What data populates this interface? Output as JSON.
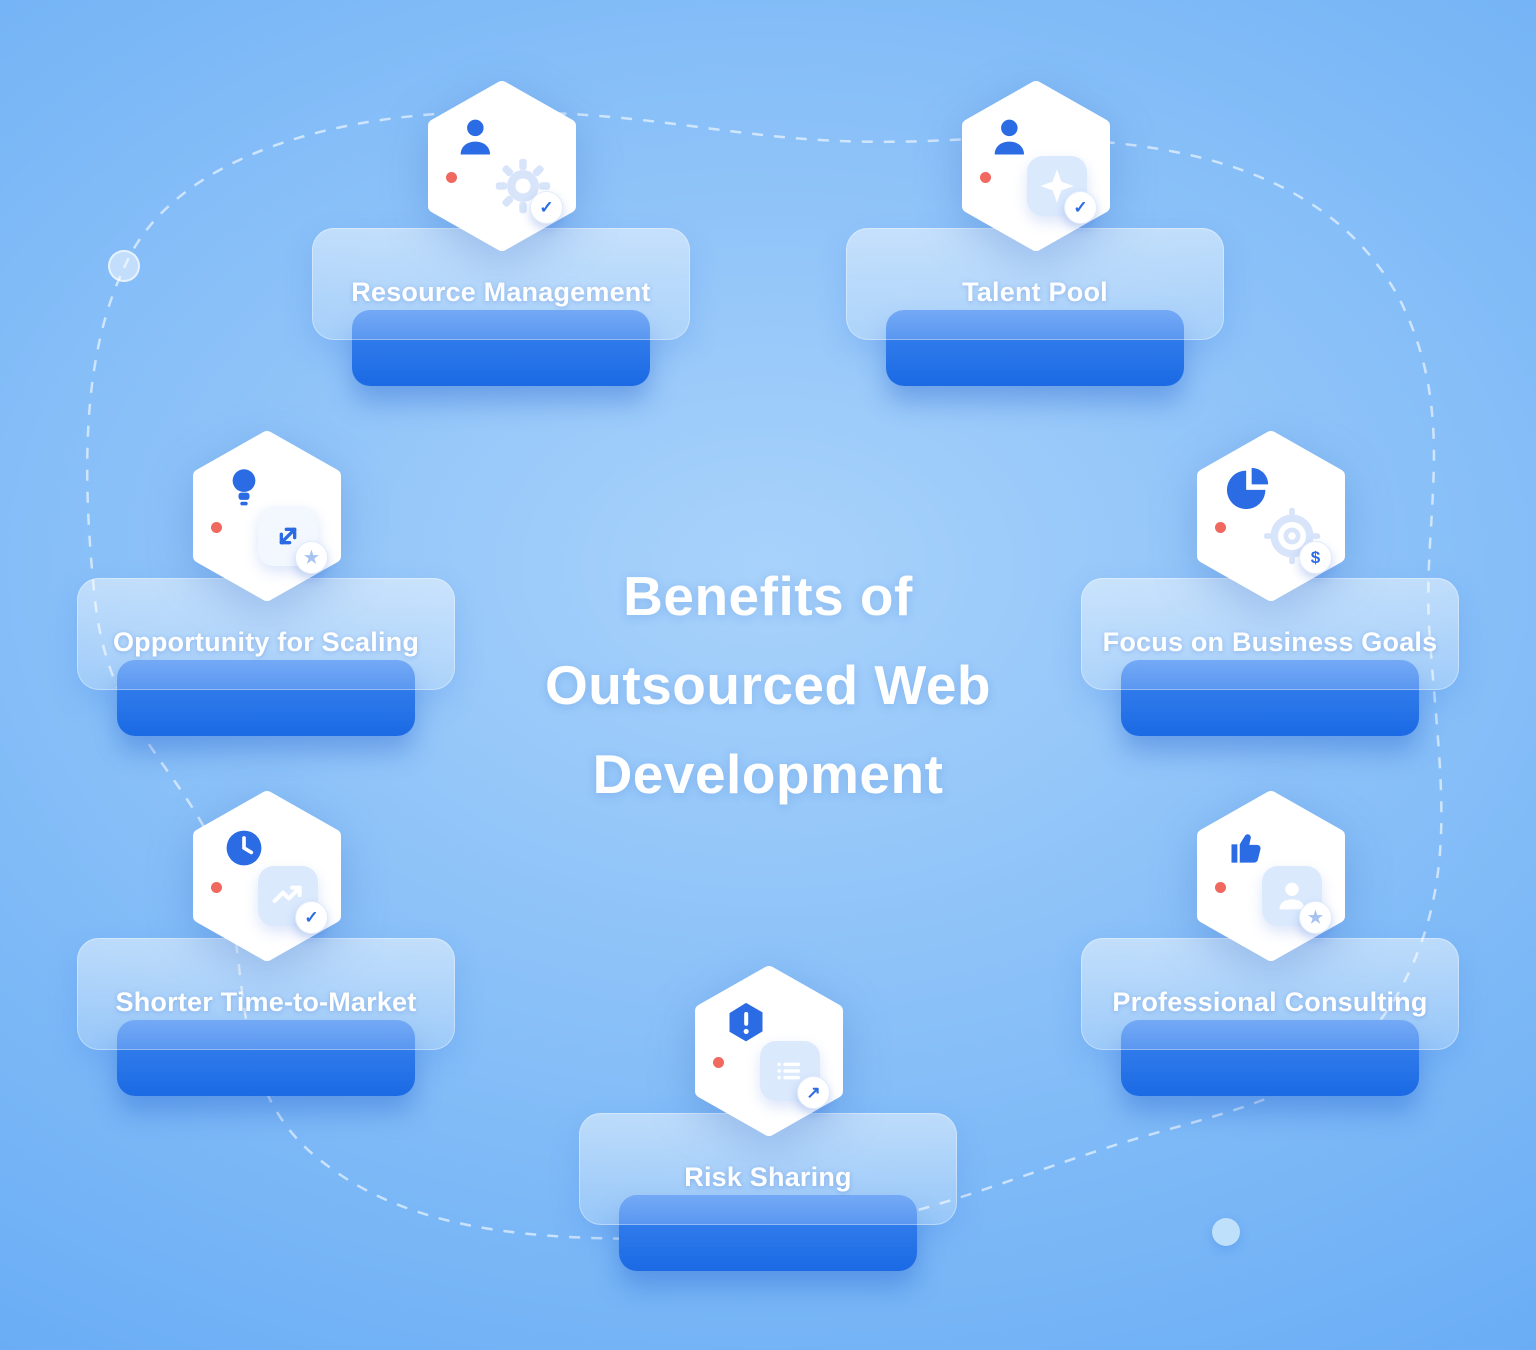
{
  "title": {
    "lines": [
      "Benefits of",
      "Outsourced Web",
      "Development"
    ]
  },
  "benefits": [
    {
      "label": "Resource Management",
      "main_icon": "person-icon",
      "secondary_icon": "gear-icon",
      "badge_icon": "check-badge-icon"
    },
    {
      "label": "Talent Pool",
      "main_icon": "person-icon",
      "secondary_icon": "star-icon",
      "badge_icon": "check-badge-icon"
    },
    {
      "label": "Opportunity for Scaling",
      "main_icon": "lightbulb-icon",
      "secondary_icon": "expand-arrows-icon",
      "badge_icon": "star-badge-icon"
    },
    {
      "label": "Focus on Business Goals",
      "main_icon": "pie-chart-icon",
      "secondary_icon": "target-icon",
      "badge_icon": "dollar-badge-icon"
    },
    {
      "label": "Shorter Time-to-Market",
      "main_icon": "clock-icon",
      "secondary_icon": "trend-up-icon",
      "badge_icon": "check-badge-icon"
    },
    {
      "label": "Professional Consulting",
      "main_icon": "thumbs-up-icon",
      "secondary_icon": "person-card-icon",
      "badge_icon": "star-badge-icon"
    },
    {
      "label": "Risk Sharing",
      "main_icon": "warning-hexagon-icon",
      "secondary_icon": "document-list-icon",
      "badge_icon": "share-badge-icon"
    }
  ],
  "glyphs": {
    "check": "✓",
    "star": "★",
    "dollar": "$",
    "share": "↗"
  },
  "colors": {
    "accent": "#2b6be3",
    "bar_gradient_top": "#3f89f2",
    "bar_gradient_bottom": "#1b6ae4",
    "red_dot": "#f0685f",
    "background_center": "#a8d2fb",
    "background_edge": "#55a0f3",
    "hexagon": "#ffffff"
  }
}
